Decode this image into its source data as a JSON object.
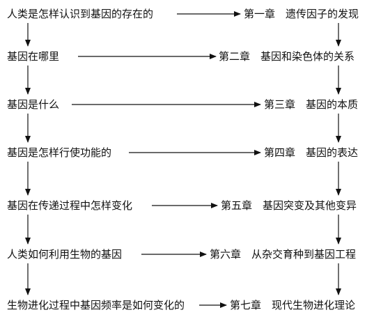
{
  "questions": [
    "人类是怎样认识到基因的存在的",
    "基因在哪里",
    "基因是什么",
    "基因是怎样行使功能的",
    "基因在传递过程中怎样变化",
    "人类如何利用生物的基因",
    "生物进化过程中基因频率是如何变化的"
  ],
  "chapters": [
    "第一章　遗传因子的发现",
    "第二章　基因和染色体的关系",
    "第三章　基因的本质",
    "第四章　基因的表达",
    "第五章　基因突变及其他变异",
    "第六章　从杂交育种到基因工程",
    "第七章　现代生物进化理论"
  ]
}
